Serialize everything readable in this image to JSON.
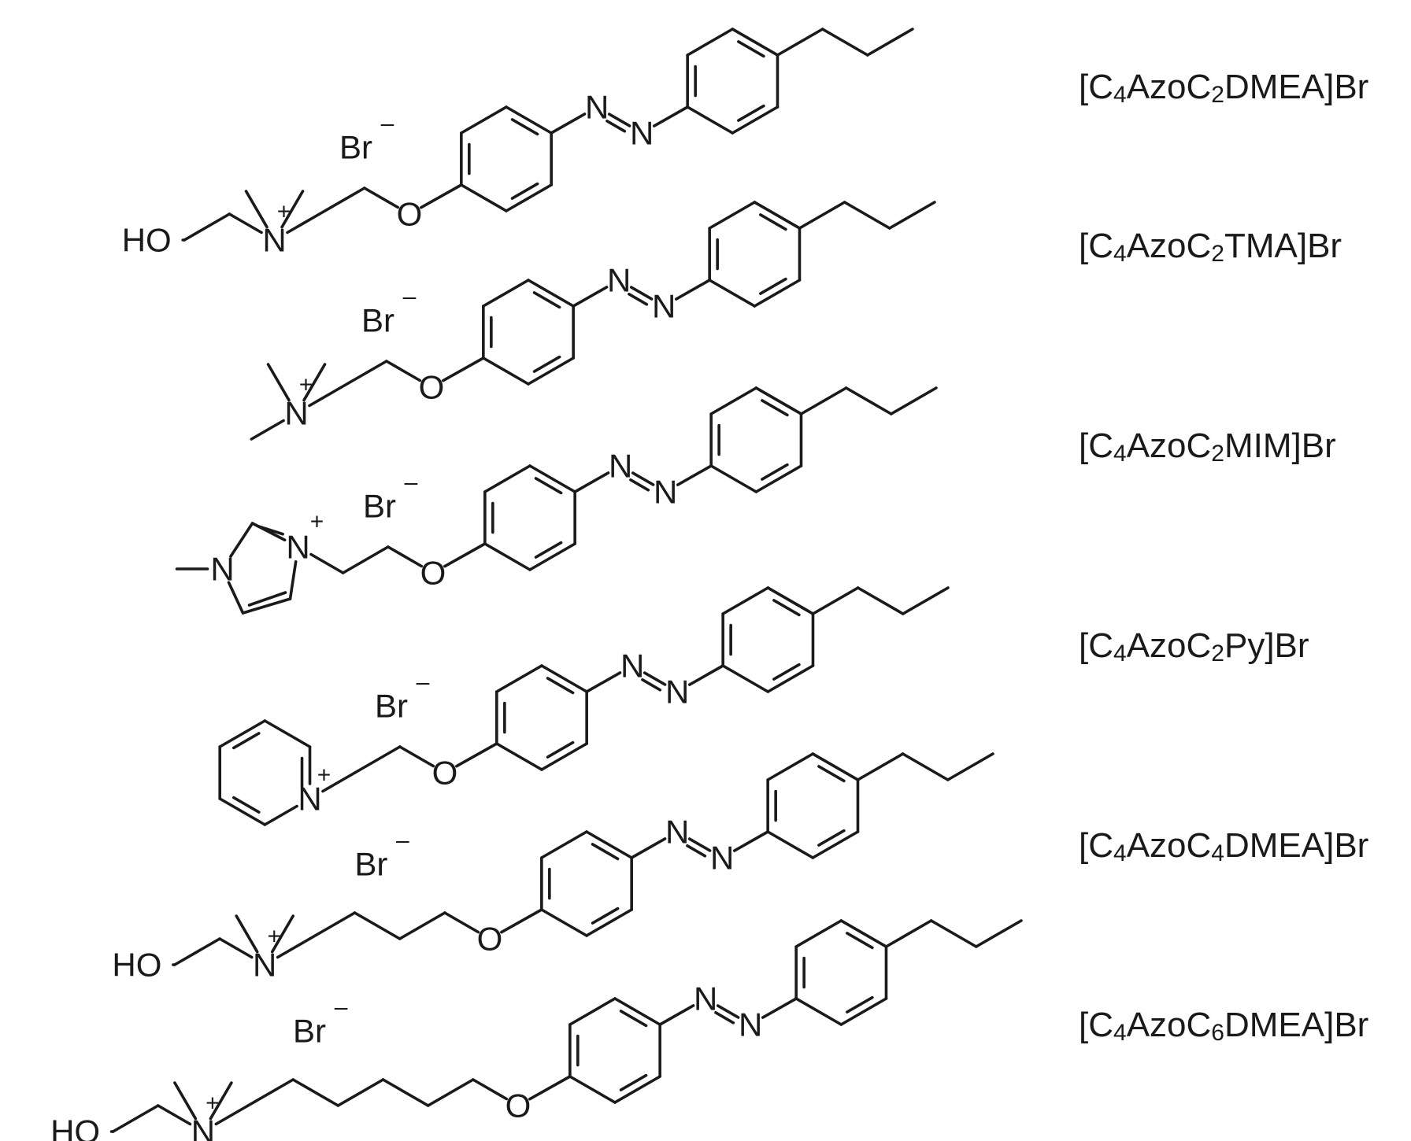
{
  "atoms": {
    "hydroxyl": "HO",
    "nitrogen": "N",
    "oxygen": "O",
    "bromide": "Br",
    "plus": "+",
    "minus": "–"
  },
  "compounds": [
    {
      "label_parts": [
        [
          "[C",
          ""
        ],
        [
          "4",
          "sub"
        ],
        [
          "AzoC",
          ""
        ],
        [
          "2",
          "sub"
        ],
        [
          "DMEA]Br",
          ""
        ]
      ],
      "head": "dmea",
      "spacer": 2
    },
    {
      "label_parts": [
        [
          "[C",
          ""
        ],
        [
          "4",
          "sub"
        ],
        [
          "AzoC",
          ""
        ],
        [
          "2",
          "sub"
        ],
        [
          "TMA]Br",
          ""
        ]
      ],
      "head": "tma",
      "spacer": 2
    },
    {
      "label_parts": [
        [
          "[C",
          ""
        ],
        [
          "4",
          "sub"
        ],
        [
          "AzoC",
          ""
        ],
        [
          "2",
          "sub"
        ],
        [
          "MIM]Br",
          ""
        ]
      ],
      "head": "mim",
      "spacer": 2
    },
    {
      "label_parts": [
        [
          "[C",
          ""
        ],
        [
          "4",
          "sub"
        ],
        [
          "AzoC",
          ""
        ],
        [
          "2",
          "sub"
        ],
        [
          "Py]Br",
          ""
        ]
      ],
      "head": "py",
      "spacer": 2
    },
    {
      "label_parts": [
        [
          "[C",
          ""
        ],
        [
          "4",
          "sub"
        ],
        [
          "AzoC",
          ""
        ],
        [
          "4",
          "sub"
        ],
        [
          "DMEA]Br",
          ""
        ]
      ],
      "head": "dmea",
      "spacer": 4
    },
    {
      "label_parts": [
        [
          "[C",
          ""
        ],
        [
          "4",
          "sub"
        ],
        [
          "AzoC",
          ""
        ],
        [
          "6",
          "sub"
        ],
        [
          "DMEA]Br",
          ""
        ]
      ],
      "head": "dmea",
      "spacer": 6
    }
  ]
}
